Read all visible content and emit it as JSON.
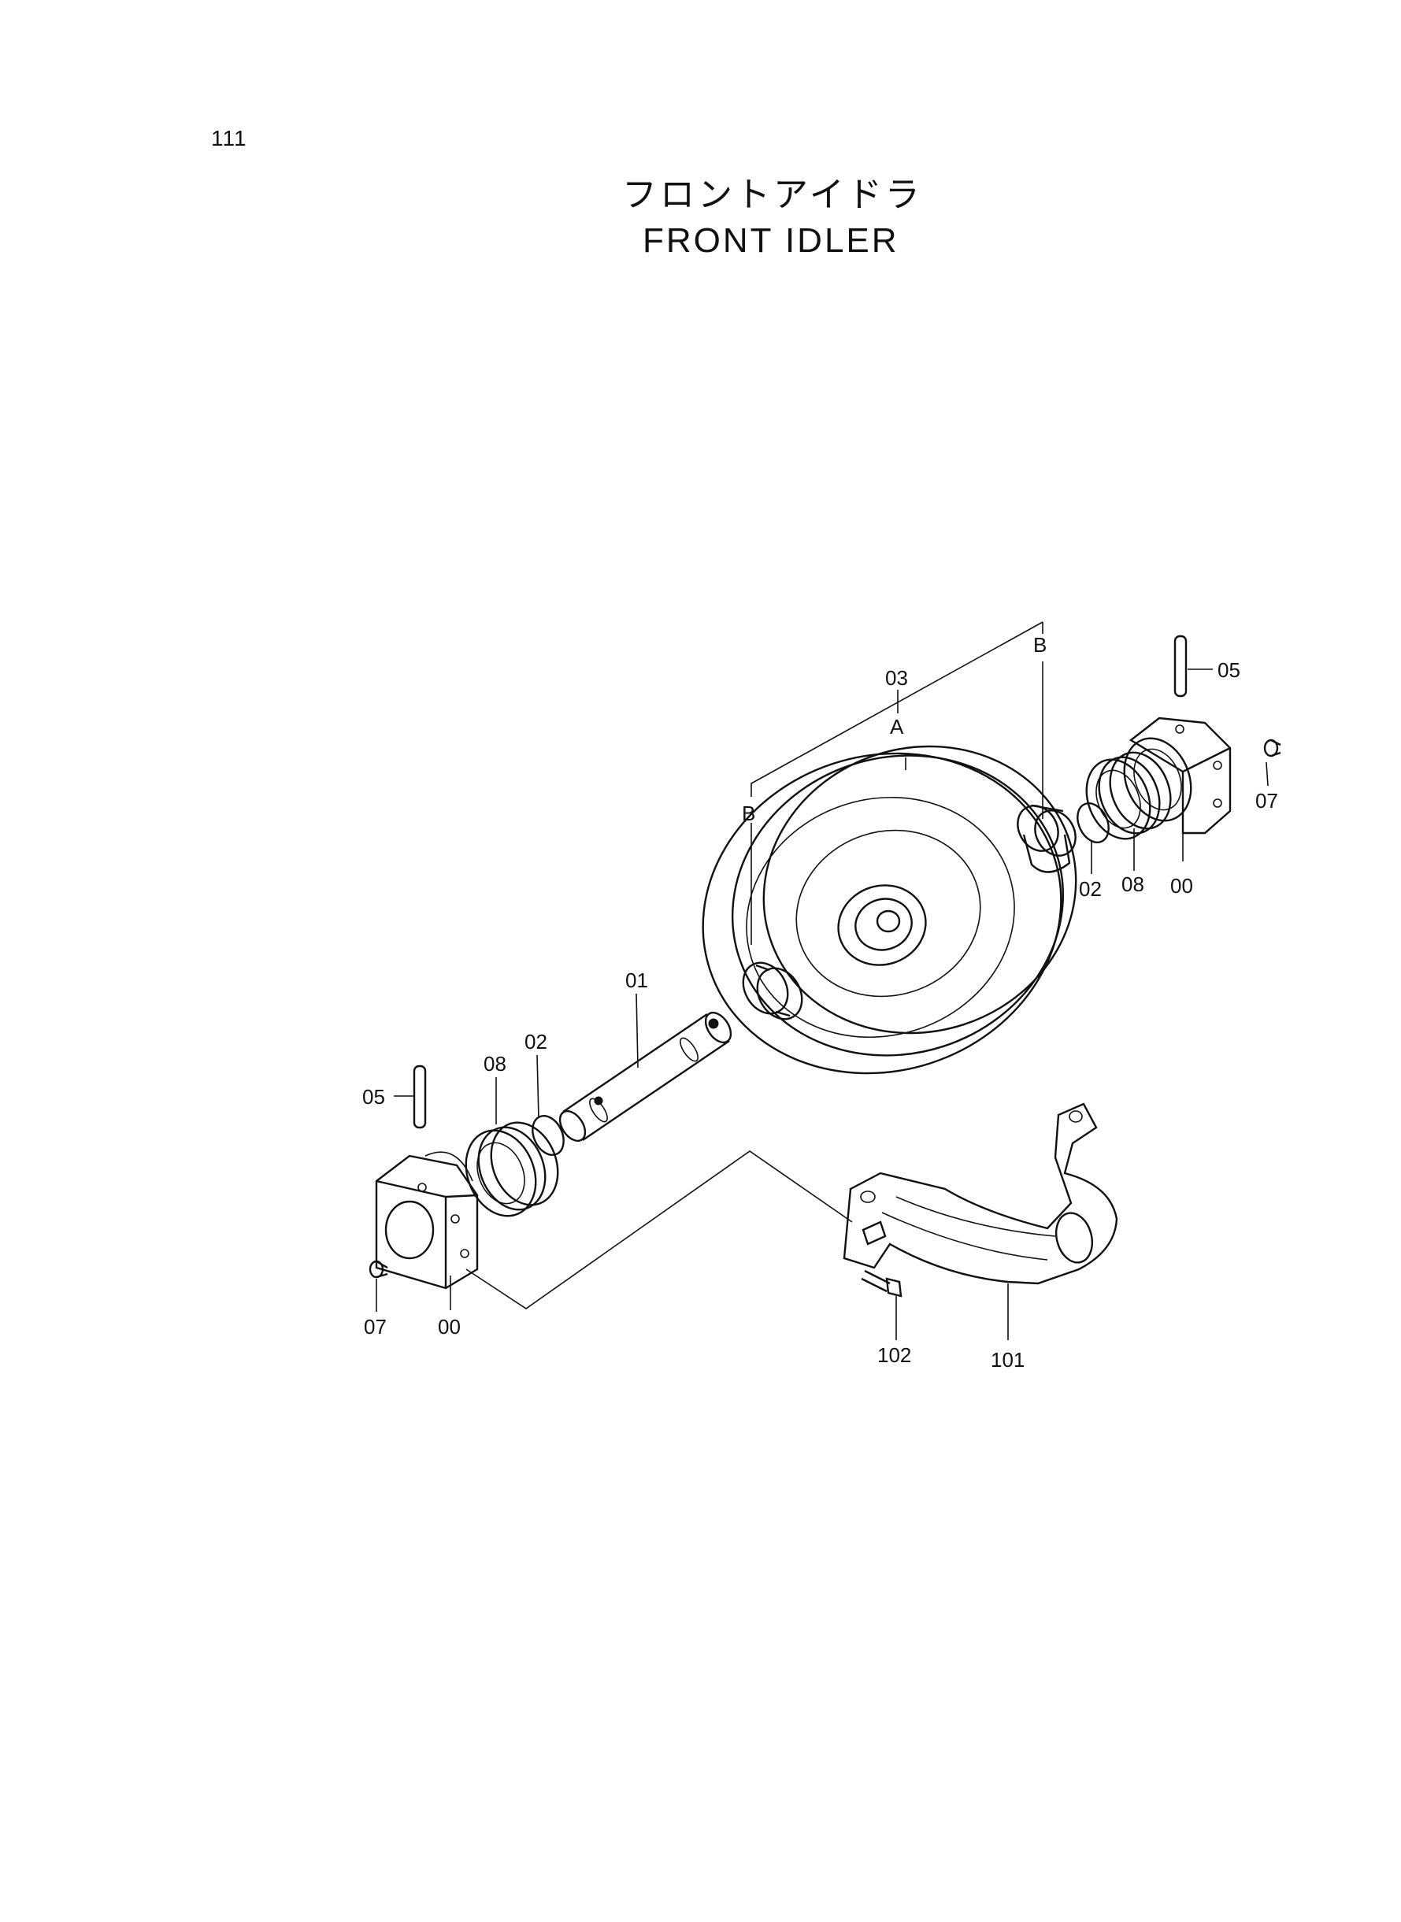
{
  "header": {
    "page_number": "111",
    "title_jp": "フロントアイドラ",
    "title_en": "FRONT  IDLER"
  },
  "diagram": {
    "labels": {
      "b_top": "B",
      "l_03": "03",
      "a": "A",
      "l_05_right": "05",
      "l_07_right": "07",
      "l_02_right": "02",
      "l_08_right": "08",
      "l_00_right": "00",
      "b_left": "B",
      "l_01": "01",
      "l_02_left": "02",
      "l_08_left": "08",
      "l_05_left": "05",
      "l_07_left": "07",
      "l_00_left": "00",
      "l_102": "102",
      "l_101": "101"
    }
  }
}
